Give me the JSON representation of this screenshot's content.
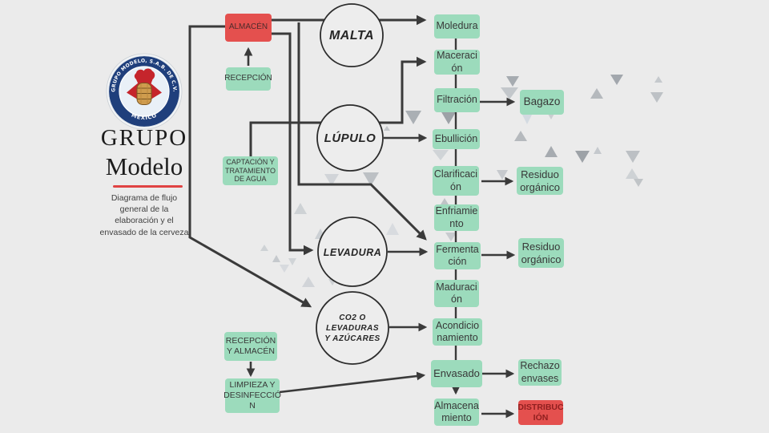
{
  "slide": {
    "background": "#ebebeb",
    "logo": {
      "ring_text": "GRUPO MODELO, S.A.B. DE C.V.",
      "ring_text_bottom": "· MEXICO ·"
    },
    "title_line1": "GRUPO",
    "title_line2": "Modelo",
    "subtitle": "Diagrama de flujo\ngeneral de la\nelaboración y el\nenvasado de la cerveza"
  },
  "colors": {
    "box_green": "#9cdbbc",
    "box_red": "#e4504e",
    "arrow": "#3a3a3a",
    "underline_red": "#e04343",
    "logo_ring_blue": "#1f3f7c"
  },
  "ingredients": {
    "malta": "MALTA",
    "lupulo": "LÚPULO",
    "levadura": "LEVADURA",
    "co2": "CO2 O\nLEVADURAS\nY AZÚCARES"
  },
  "inputs_left": {
    "almacen": "ALMACÉN",
    "recepcion": "RECEPCIÓN",
    "captacion": "CAPTACIÓN Y\nTRATAMIENTO\nDE AGUA",
    "recepcion_almacen": "RECEPCIÓN\nY ALMACÉN",
    "limpieza": "LIMPIEZA Y\nDESINFECCIÓ\nN"
  },
  "process_steps": {
    "moledura": "Moledura",
    "maceracion": "Maceraci\nón",
    "filtracion": "Filtración",
    "ebullicion": "Ebullición",
    "clarificacion": "Clarificaci\nón",
    "enfriamiento": "Enfriamie\nnto",
    "fermentacion": "Fermenta\nción",
    "maduracion": "Maduraci\nón",
    "acondicionamiento": "Acondicio\nnamiento",
    "envasado": "Envasado",
    "almacenamiento": "Almacena\nmiento"
  },
  "outputs": {
    "bagazo": "Bagazo",
    "residuo_organico_1": "Residuo\norgánico",
    "residuo_organico_2": "Residuo\norgánico",
    "rechazo_envases": "Rechazo\nenvases",
    "distribucion": "DISTRIBUC\nIÓN"
  }
}
